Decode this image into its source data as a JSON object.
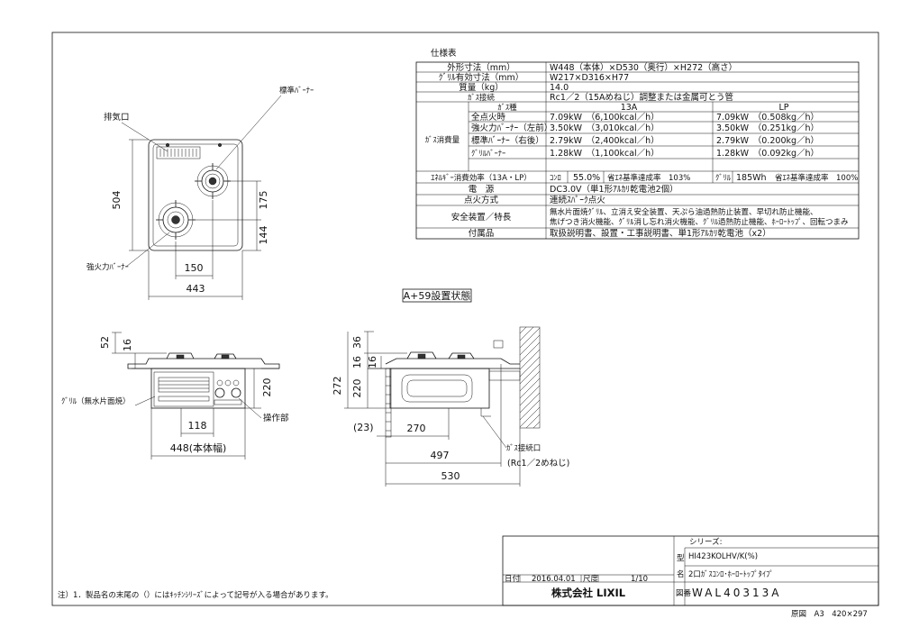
{
  "spec": {
    "title": "仕様表",
    "rows": [
      {
        "label": "外形寸法（mm）",
        "value": "W448（本体）×D530（奥行）×H272（高さ）"
      },
      {
        "label": "ｸﾞﾘﾙ有効寸法（mm）",
        "value": "W217×D316×H77"
      },
      {
        "label": "質量（kg）",
        "value": "14.0"
      },
      {
        "label": "ｶﾞｽ接続",
        "value": "Rc1／2（15Aめねじ）調整または金属可とう管"
      }
    ],
    "gas_type_label": "ｶﾞｽ種",
    "gas_13a": "13A",
    "gas_lp": "LP",
    "consumption_label": "ｶﾞｽ消費量",
    "consumption": [
      {
        "item": "全点火時",
        "a13": "7.09kW　（6,100kcal／h）",
        "lp": "7.09kW　（0.508kg／h）"
      },
      {
        "item": "強火力ﾊﾞｰﾅｰ（左前）",
        "a13": "3.50kW　（3,010kcal／h）",
        "lp": "3.50kW　（0.251kg／h）"
      },
      {
        "item": "標準ﾊﾞｰﾅｰ（右後）",
        "a13": "2.79kW　（2,400kcal／h）",
        "lp": "2.79kW　（0.200kg／h）"
      },
      {
        "item": "ｸﾞﾘﾙﾊﾞｰﾅｰ",
        "a13": "1.28kW　（1,100kcal／h）",
        "lp": "1.28kW　（0.092kg／h）"
      }
    ],
    "efficiency": {
      "label": "ｴﾈﾙｷﾞｰ消費効率（13A・LP）",
      "c1": "ｺﾝﾛ",
      "c2": "55.0%",
      "c3": "省ｴﾈ基準達成率　103%",
      "c4": "ｸﾞﾘﾙ",
      "c5": "185Wh",
      "c6": "省ｴﾈ基準達成率　100%"
    },
    "power": {
      "label": "電　源",
      "value": "DC3.0V（単1形ｱﾙｶﾘ乾電池2個）"
    },
    "ignition": {
      "label": "点火方式",
      "value": "連続ｽﾊﾟｰｸ点火"
    },
    "safety": {
      "label": "安全装置／特長",
      "line1": "無水片面焼ｸﾞﾘﾙ、立消え安全装置、天ぷら油過熱防止装置、早切れ防止機能、",
      "line2": "焦げつき消火機能、ｸﾞﾘﾙ消し忘れ消火機能、ｸﾞﾘﾙ過熱防止機能、ﾎｰﾛｰﾄｯﾌﾟ、回転つまみ"
    },
    "accessories": {
      "label": "付属品",
      "value": "取扱説明書、設置・工事説明書、単1形ｱﾙｶﾘ乾電池（x2）"
    }
  },
  "top_view": {
    "exhaust": "排気口",
    "standard_burner": "標準ﾊﾞｰﾅｰ",
    "strong_burner": "強火力ﾊﾞｰﾅｰ",
    "dim_504": "504",
    "dim_175": "175",
    "dim_144": "144",
    "dim_150": "150",
    "dim_443": "443"
  },
  "front_view": {
    "dim_52": "52",
    "dim_16": "16",
    "dim_220": "220",
    "dim_118": "118",
    "dim_448": "448(本体幅)",
    "grill_label": "ｸﾞﾘﾙ（無水片面焼）",
    "control_label": "操作部"
  },
  "side_view": {
    "title": "A+59設置状態",
    "dim_36": "36",
    "dim_16a": "16",
    "dim_16b": "16",
    "dim_272": "272",
    "dim_220": "220",
    "dim_23": "(23)",
    "dim_270": "270",
    "dim_497": "497",
    "dim_530": "530",
    "gas_inlet": "ｶﾞｽ接続口",
    "gas_inlet_spec": "(Rc1／2めねじ)"
  },
  "title_block": {
    "series_label": "シリーズ:",
    "model": "HI423KOLHV/K(%)",
    "name": "2口ｶﾞｽｺﾝﾛ･ﾎｰﾛｰﾄｯﾌﾟﾀｲﾌﾟ",
    "date_label": "日付",
    "date": "2016.04.01",
    "scale_label": "尺度",
    "scale": "1/10",
    "company": "株式会社 LIXIL",
    "code": "WAL40313A",
    "model_tag": "型",
    "name_tag": "名",
    "code_tag": "図番",
    "original": "原図　A3　420×297"
  },
  "note": "注）1．製品名の末尾の（）にはｷｯﾁﾝｼﾘｰｽﾞによって記号が入る場合があります。"
}
